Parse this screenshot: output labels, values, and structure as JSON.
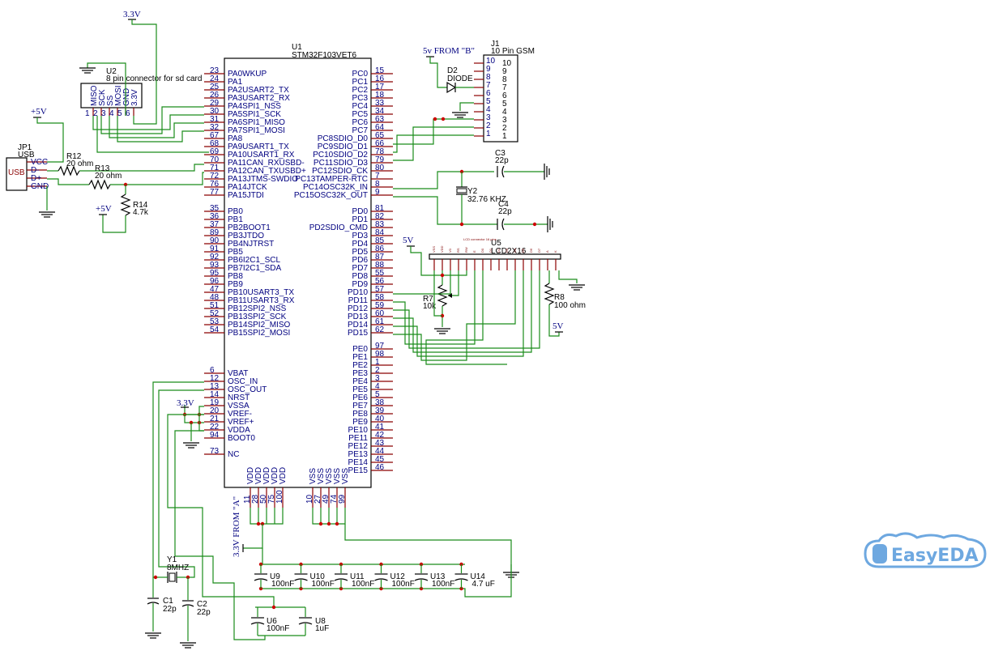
{
  "mcu": {
    "ref": "U1",
    "part": "STM32F103VET6",
    "left_pins": [
      {
        "num": "23",
        "name": "PA0WKUP"
      },
      {
        "num": "24",
        "name": "PA1"
      },
      {
        "num": "25",
        "name": "PA2USART2_TX"
      },
      {
        "num": "26",
        "name": "PA3USART2_RX"
      },
      {
        "num": "29",
        "name": "PA4SPI1_NSS"
      },
      {
        "num": "30",
        "name": "PA5SPI1_SCK"
      },
      {
        "num": "31",
        "name": "PA6SPI1_MISO"
      },
      {
        "num": "32",
        "name": "PA7SPI1_MOSI"
      },
      {
        "num": "67",
        "name": "PA8"
      },
      {
        "num": "68",
        "name": "PA9USART1_TX"
      },
      {
        "num": "69",
        "name": "PA10USART1_RX"
      },
      {
        "num": "70",
        "name": "PA11CAN_RXUSBD-"
      },
      {
        "num": "71",
        "name": "PA12CAN_TXUSBD+"
      },
      {
        "num": "72",
        "name": "PA13JTMS-SWDIO"
      },
      {
        "num": "76",
        "name": "PA14JTCK"
      },
      {
        "num": "77",
        "name": "PA15JTDI"
      },
      {
        "num": "",
        "name": ""
      },
      {
        "num": "35",
        "name": "PB0"
      },
      {
        "num": "36",
        "name": "PB1"
      },
      {
        "num": "37",
        "name": "PB2BOOT1"
      },
      {
        "num": "89",
        "name": "PB3JTDO"
      },
      {
        "num": "90",
        "name": "PB4NJTRST"
      },
      {
        "num": "91",
        "name": "PB5"
      },
      {
        "num": "92",
        "name": "PB6I2C1_SCL"
      },
      {
        "num": "93",
        "name": "PB7I2C1_SDA"
      },
      {
        "num": "95",
        "name": "PB8"
      },
      {
        "num": "96",
        "name": "PB9"
      },
      {
        "num": "47",
        "name": "PB10USART3_TX"
      },
      {
        "num": "48",
        "name": "PB11USART3_RX"
      },
      {
        "num": "51",
        "name": "PB12SPI2_NSS"
      },
      {
        "num": "52",
        "name": "PB13SPI2_SCK"
      },
      {
        "num": "53",
        "name": "PB14SPI2_MISO"
      },
      {
        "num": "54",
        "name": "PB15SPI2_MOSI"
      },
      {
        "num": "",
        "name": ""
      },
      {
        "num": "",
        "name": ""
      },
      {
        "num": "",
        "name": ""
      },
      {
        "num": "",
        "name": ""
      },
      {
        "num": "6",
        "name": "VBAT"
      },
      {
        "num": "12",
        "name": "OSC_IN"
      },
      {
        "num": "13",
        "name": "OSC_OUT"
      },
      {
        "num": "14",
        "name": "NRST"
      },
      {
        "num": "19",
        "name": "VSSA"
      },
      {
        "num": "20",
        "name": "VREF-"
      },
      {
        "num": "21",
        "name": "VREF+"
      },
      {
        "num": "22",
        "name": "VDDA"
      },
      {
        "num": "94",
        "name": "BOOT0"
      },
      {
        "num": "",
        "name": ""
      },
      {
        "num": "73",
        "name": "NC"
      }
    ],
    "right_pins": [
      {
        "num": "15",
        "name": "PC0"
      },
      {
        "num": "16",
        "name": "PC1"
      },
      {
        "num": "17",
        "name": "PC2"
      },
      {
        "num": "18",
        "name": "PC3"
      },
      {
        "num": "33",
        "name": "PC4"
      },
      {
        "num": "34",
        "name": "PC5"
      },
      {
        "num": "63",
        "name": "PC6"
      },
      {
        "num": "64",
        "name": "PC7"
      },
      {
        "num": "65",
        "name": "PC8SDIO_D0"
      },
      {
        "num": "66",
        "name": "PC9SDIO_D1"
      },
      {
        "num": "78",
        "name": "PC10SDIO_D2"
      },
      {
        "num": "79",
        "name": "PC11SDIO_D3"
      },
      {
        "num": "80",
        "name": "PC12SDIO_CK"
      },
      {
        "num": "7",
        "name": "PC13TAMPER-RTC"
      },
      {
        "num": "8",
        "name": "PC14OSC32K_IN"
      },
      {
        "num": "9",
        "name": "PC15OSC32K_OUT"
      },
      {
        "num": "",
        "name": ""
      },
      {
        "num": "81",
        "name": "PD0"
      },
      {
        "num": "82",
        "name": "PD1"
      },
      {
        "num": "83",
        "name": "PD2SDIO_CMD"
      },
      {
        "num": "84",
        "name": "PD3"
      },
      {
        "num": "85",
        "name": "PD4"
      },
      {
        "num": "86",
        "name": "PD5"
      },
      {
        "num": "87",
        "name": "PD6"
      },
      {
        "num": "88",
        "name": "PD7"
      },
      {
        "num": "55",
        "name": "PD8"
      },
      {
        "num": "56",
        "name": "PD9"
      },
      {
        "num": "57",
        "name": "PD10"
      },
      {
        "num": "58",
        "name": "PD11"
      },
      {
        "num": "59",
        "name": "PD12"
      },
      {
        "num": "60",
        "name": "PD13"
      },
      {
        "num": "61",
        "name": "PD14"
      },
      {
        "num": "62",
        "name": "PD15"
      },
      {
        "num": "",
        "name": ""
      },
      {
        "num": "97",
        "name": "PE0"
      },
      {
        "num": "98",
        "name": "PE1"
      },
      {
        "num": "1",
        "name": "PE2"
      },
      {
        "num": "2",
        "name": "PE3"
      },
      {
        "num": "3",
        "name": "PE4"
      },
      {
        "num": "4",
        "name": "PE5"
      },
      {
        "num": "5",
        "name": "PE6"
      },
      {
        "num": "38",
        "name": "PE7"
      },
      {
        "num": "39",
        "name": "PE8"
      },
      {
        "num": "40",
        "name": "PE9"
      },
      {
        "num": "41",
        "name": "PE10"
      },
      {
        "num": "42",
        "name": "PE11"
      },
      {
        "num": "43",
        "name": "PE12"
      },
      {
        "num": "44",
        "name": "PE13"
      },
      {
        "num": "45",
        "name": "PE14"
      },
      {
        "num": "46",
        "name": "PE15"
      }
    ],
    "bottom_vdd": [
      {
        "num": "11",
        "name": "VDD"
      },
      {
        "num": "28",
        "name": "VDD"
      },
      {
        "num": "50",
        "name": "VDD"
      },
      {
        "num": "75",
        "name": "VDD"
      },
      {
        "num": "100",
        "name": "VDD"
      }
    ],
    "bottom_vss": [
      {
        "num": "10",
        "name": "VSS"
      },
      {
        "num": "27",
        "name": "VSS"
      },
      {
        "num": "49",
        "name": "VSS"
      },
      {
        "num": "74",
        "name": "VSS"
      },
      {
        "num": "99",
        "name": "VSS"
      }
    ]
  },
  "sd": {
    "ref": "U2",
    "desc": "8 pin connector for sd card",
    "pins": [
      {
        "num": "1",
        "name": "MISO"
      },
      {
        "num": "2",
        "name": "SCK"
      },
      {
        "num": "3",
        "name": "SS"
      },
      {
        "num": "4",
        "name": "MOSI"
      },
      {
        "num": "5",
        "name": "GND"
      },
      {
        "num": "6",
        "name": "3.3V"
      }
    ]
  },
  "usb": {
    "ref": "JP1",
    "part": "USB",
    "body_text": "USB",
    "pins": [
      "VCC",
      "D-",
      "D+",
      "GND"
    ]
  },
  "resistors": {
    "r12": {
      "ref": "R12",
      "value": "20 ohm"
    },
    "r13": {
      "ref": "R13",
      "value": "20 ohm"
    },
    "r14": {
      "ref": "R14",
      "value": "4.7k"
    },
    "r7": {
      "ref": "R7",
      "value": "10k"
    },
    "r8": {
      "ref": "R8",
      "value": "100 ohm"
    }
  },
  "gsm": {
    "ref": "J1",
    "part": "10 Pin GSM",
    "inner_nums": [
      "10",
      "9",
      "8",
      "7",
      "6",
      "5",
      "4",
      "3",
      "2",
      "1"
    ],
    "outer_nums": [
      "10",
      "9",
      "8",
      "7",
      "6",
      "5",
      "4",
      "3",
      "2",
      "1"
    ]
  },
  "diode": {
    "ref": "D2",
    "part": "DIODE"
  },
  "lcd": {
    "ref": "U5",
    "part": "LCD2X16",
    "desc": "LCD connector 16 pins",
    "pins": [
      "VSS",
      "VDD",
      "V0",
      "RS",
      "RW",
      "E",
      "D0",
      "D1",
      "D2",
      "D3",
      "D4",
      "D5",
      "D6",
      "D7",
      "A",
      "K"
    ]
  },
  "crystals": {
    "y2": {
      "ref": "Y2",
      "value": "32.76 KHZ"
    },
    "y1": {
      "ref": "Y1",
      "value": "8MHZ"
    }
  },
  "caps": {
    "c3": {
      "ref": "C3",
      "value": "22p"
    },
    "c4": {
      "ref": "C4",
      "value": "22p"
    },
    "c1": {
      "ref": "C1",
      "value": "22p"
    },
    "c2": {
      "ref": "C2",
      "value": "22p"
    },
    "u9": {
      "ref": "U9",
      "value": "100nF"
    },
    "u10": {
      "ref": "U10",
      "value": "100nF"
    },
    "u11": {
      "ref": "U11",
      "value": "100nF"
    },
    "u12": {
      "ref": "U12",
      "value": "100nF"
    },
    "u13": {
      "ref": "U13",
      "value": "100nF"
    },
    "u14": {
      "ref": "U14",
      "value": "4.7 uF"
    },
    "u6": {
      "ref": "U6",
      "value": "100nF"
    },
    "u8": {
      "ref": "U8",
      "value": "1uF"
    }
  },
  "power": {
    "v33_top": "3.3V",
    "v5_usb": "+5V",
    "v5_r14": "+5V",
    "v33_vref": "3.3V",
    "v5_from_b": "5v FROM \"B\"",
    "v33_from_a": "3.3V FROM \"A\"",
    "v5_lcd": "5V",
    "v5_r8": "5V"
  },
  "logo": {
    "text": "EasyEDA"
  },
  "colors": {
    "wire": "#1a8c1a",
    "pin": "#8b0000",
    "label": "#000080",
    "body": "#000000"
  }
}
